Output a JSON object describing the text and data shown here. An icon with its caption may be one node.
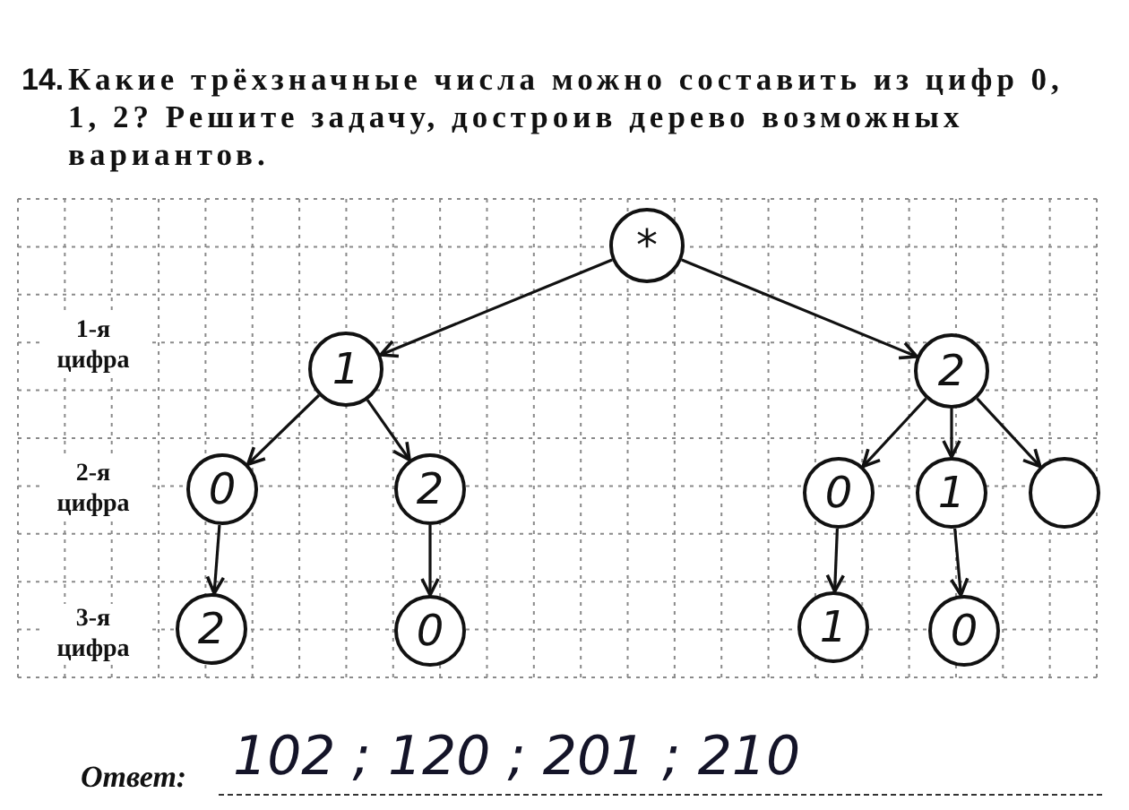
{
  "diagram": {
    "title": "Какие трёхзначные числа можно составить из цифр 0, 1, 2? Решите задачу, достроив дерево возможных вариантов.",
    "nodes": [
      {
        "text": [
          "*"
        ]
      },
      {
        "text": [
          "1"
        ]
      },
      {
        "text": [
          "2"
        ]
      },
      {
        "text": [
          "0"
        ]
      },
      {
        "text": [
          "2"
        ]
      },
      {
        "text": [
          "0"
        ]
      },
      {
        "text": [
          "1"
        ]
      },
      {
        "text": [],
        "shape": "circle"
      },
      {
        "text": [
          "2"
        ]
      },
      {
        "text": [
          "0"
        ]
      },
      {
        "text": [
          "1"
        ]
      },
      {
        "text": [
          "0"
        ]
      }
    ],
    "edges": [
      {
        "from": 0,
        "to": 1,
        "arrow": "to"
      },
      {
        "from": 0,
        "to": 2,
        "arrow": "to"
      },
      {
        "from": 1,
        "to": 3,
        "arrow": "to"
      },
      {
        "from": 1,
        "to": 4,
        "arrow": "to"
      },
      {
        "from": 2,
        "to": 5,
        "arrow": "to"
      },
      {
        "from": 2,
        "to": 6,
        "arrow": "to"
      },
      {
        "from": 2,
        "to": 7,
        "arrow": "to"
      },
      {
        "from": 3,
        "to": 8,
        "arrow": "to"
      },
      {
        "from": 4,
        "to": 9,
        "arrow": "to"
      },
      {
        "from": 5,
        "to": 10,
        "arrow": "to"
      },
      {
        "from": 6,
        "to": 11,
        "arrow": "to"
      }
    ],
    "labels": [
      "14.",
      "1-я цифра",
      "2-я цифра",
      "3-я цифра",
      "Ответ:",
      "102 ; 120 ; 201 ; 210"
    ]
  }
}
